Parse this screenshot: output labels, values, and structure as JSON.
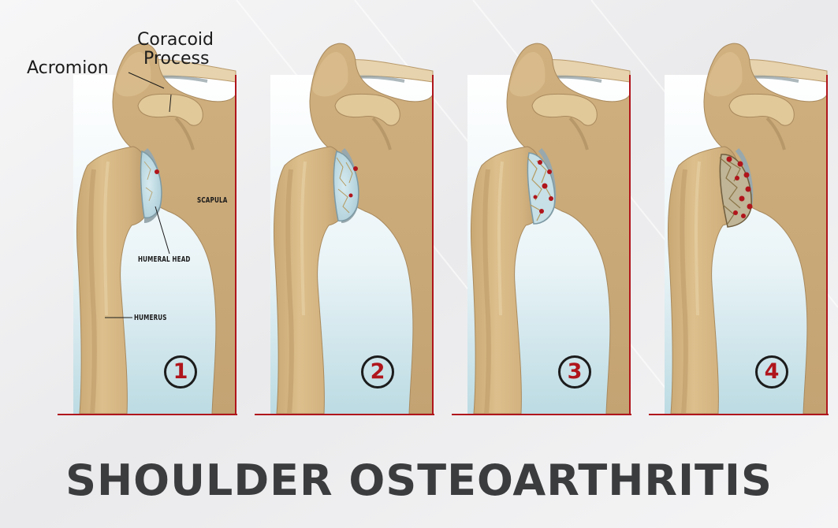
{
  "title": "SHOULDER OSTEOARTHRITIS",
  "labels": {
    "acromion": "Acromion",
    "coracoid_line1": "Coracoid",
    "coracoid_line2": "Process",
    "scapula": "SCAPULA",
    "humeral_head": "HUMERAL HEAD",
    "humerus": "HUMERUS"
  },
  "stages": [
    {
      "number": "1"
    },
    {
      "number": "2"
    },
    {
      "number": "3"
    },
    {
      "number": "4"
    }
  ],
  "colors": {
    "bone": "#d8b984",
    "bone_shade": "#b9986a",
    "cartilage": "#bcd9e3",
    "lesion": "#b0151c",
    "frame_line": "#b0151c",
    "title": "#3b3c3e",
    "background": "#f2f2f3"
  }
}
